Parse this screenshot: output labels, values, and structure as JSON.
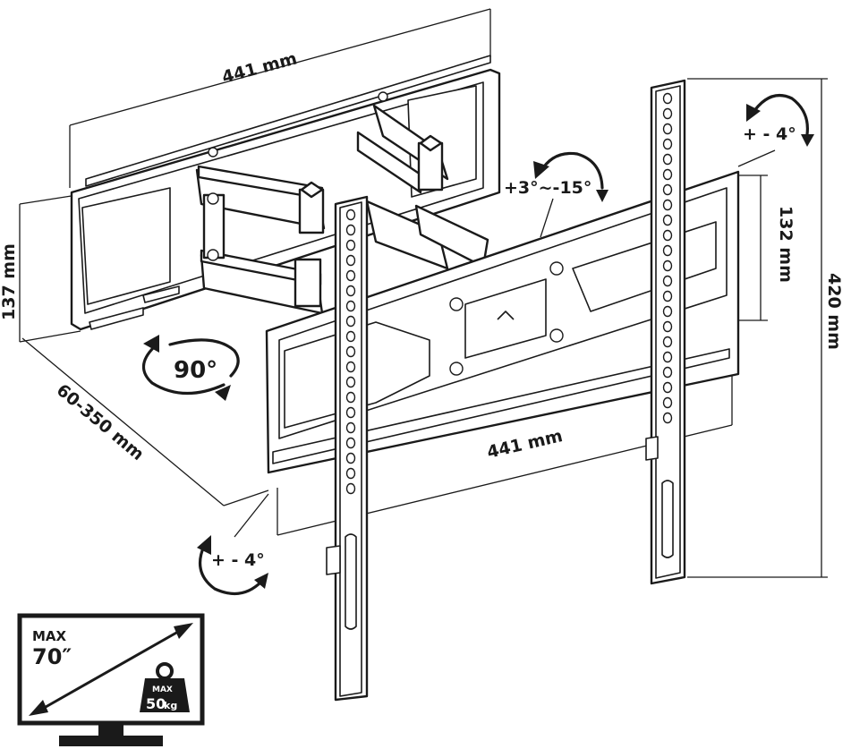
{
  "dimensions": {
    "top_width": "441 mm",
    "bottom_width": "441 mm",
    "wall_plate_height": "137 mm",
    "depth_range": "60-350 mm",
    "vesa_height": "132 mm",
    "arm_height": "420 mm"
  },
  "rotations": {
    "swivel": "90°",
    "tilt": "+3°~-15°",
    "level_top": "+ - 4°",
    "level_bottom": "+ - 4°"
  },
  "spec_badge": {
    "max_label": "MAX",
    "max_size": "70″",
    "weight_max_label": "MAX",
    "weight_value": "50",
    "weight_unit": "kg"
  }
}
